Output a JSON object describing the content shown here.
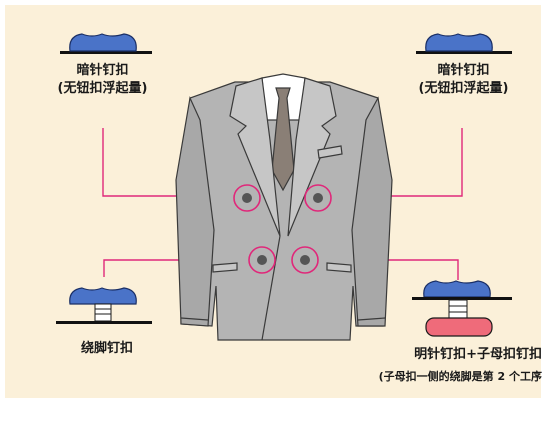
{
  "labels": {
    "top_left": [
      "暗针钉扣",
      "(无钮扣浮起量)"
    ],
    "top_right": [
      "暗针钉扣",
      "(无钮扣浮起量)"
    ],
    "bottom_left": [
      "绕脚钉扣"
    ],
    "bottom_right": [
      "明针钉扣+子母扣钉扣",
      "(子母扣一侧的绕脚是第 2 个工序"
    ]
  },
  "colors": {
    "background": "#fbf0d9",
    "leader_line": "#e0287a",
    "button_blue": "#4a73c8",
    "button_pink": "#ef6b7a",
    "suit_gray": "#b4b4b4"
  }
}
